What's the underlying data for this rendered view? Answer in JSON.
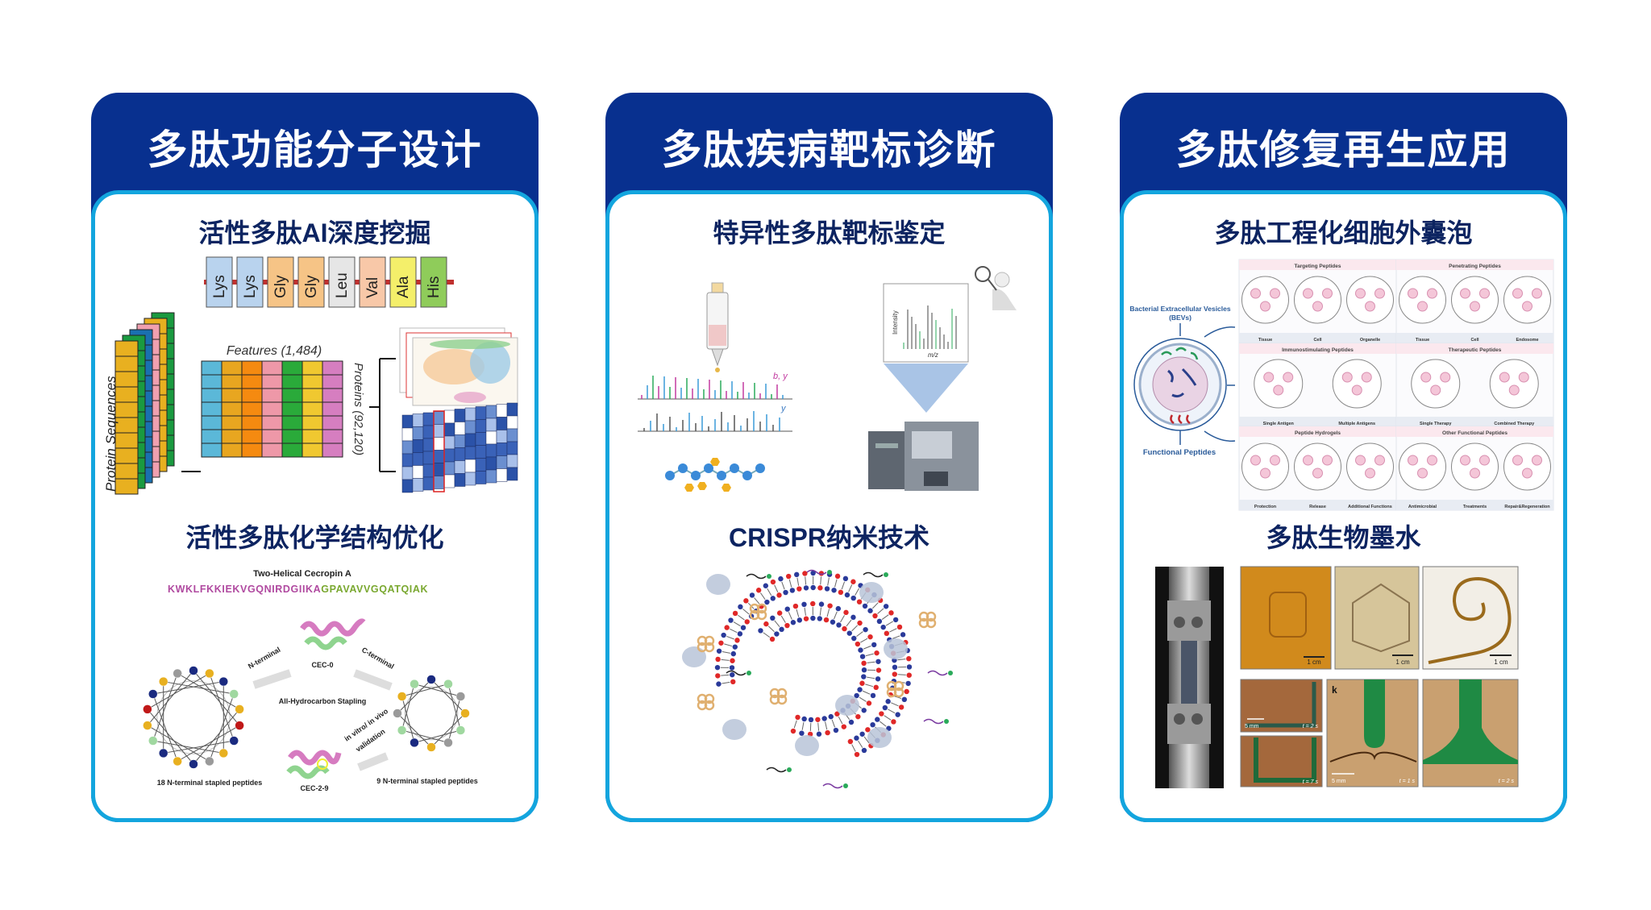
{
  "colors": {
    "header": "#08308f",
    "border": "#13a5de",
    "subtitle": "#0d2461"
  },
  "cards": [
    {
      "title": "多肽功能分子设计",
      "sections": [
        {
          "title": "活性多肽AI深度挖掘",
          "figure": {
            "amino_acids": [
              "Lys",
              "Lys",
              "Gly",
              "Gly",
              "Leu",
              "Val",
              "Ala",
              "His"
            ],
            "left_label": "Protein Sequences",
            "features_label": "Features (1,484)",
            "proteins_label": "Proteins (92,120)"
          }
        },
        {
          "title": "活性多肽化学结构优化",
          "figure": {
            "heading": "Two-Helical Cecropin A",
            "sequence_a": "KWKLFKKIEKVGQNIRDGIIKA",
            "sequence_b": "GPAVAVVGQATQIAK",
            "cec0": "CEC-0",
            "n_terminal": "N-terminal",
            "c_terminal": "C-terminal",
            "stapling": "All-Hydrocarbon Stapling",
            "validation_1": "in vitro/ in vivo",
            "validation_2": "validation",
            "left_caption": "18 N-terminal stapled peptides",
            "cec29": "CEC-2-9",
            "right_caption": "9 N-terminal stapled peptides"
          }
        }
      ]
    },
    {
      "title": "多肽疾病靶标诊断",
      "sections": [
        {
          "title": "特异性多肽靶标鉴定",
          "figure": {
            "ion_label_1": "b, y",
            "ion_label_2": "y",
            "y_axis": "Intensity",
            "x_axis": "m/z"
          }
        },
        {
          "title": "CRISPR纳米技术",
          "figure": {}
        }
      ]
    },
    {
      "title": "多肽修复再生应用",
      "sections": [
        {
          "title": "多肽工程化细胞外囊泡",
          "figure": {
            "bev_label_1": "Bacterial Extracellular Vesicles",
            "bev_label_2": "(BEVs)",
            "functional_label": "Functional Peptides",
            "groups": [
              {
                "name": "Targeting Peptides",
                "items": [
                  "Tissue",
                  "Cell",
                  "Organelle"
                ]
              },
              {
                "name": "Penetrating Peptides",
                "items": [
                  "Tissue",
                  "Cell",
                  "Endosome"
                ]
              },
              {
                "name": "Immunostimulating Peptides",
                "items": [
                  "Single Antigen",
                  "Multiple Antigens"
                ]
              },
              {
                "name": "Therapeutic Peptides",
                "items": [
                  "Single Therapy",
                  "Combined Therapy"
                ]
              },
              {
                "name": "Peptide Hydrogels",
                "items": [
                  "Protection",
                  "Release",
                  "Additional Functions"
                ]
              },
              {
                "name": "Other Functional Peptides",
                "items": [
                  "Antimicrobial",
                  "Treatments",
                  "Repair&Regeneration"
                ]
              }
            ]
          }
        },
        {
          "title": "多肽生物墨水",
          "figure": {
            "scale_1cm": "1 cm",
            "scale_5mm": "5 mm",
            "panel_k": "k",
            "t2": "t = 2 s",
            "t7": "t = 7 s",
            "t1": "t = 1 s"
          }
        }
      ]
    }
  ]
}
